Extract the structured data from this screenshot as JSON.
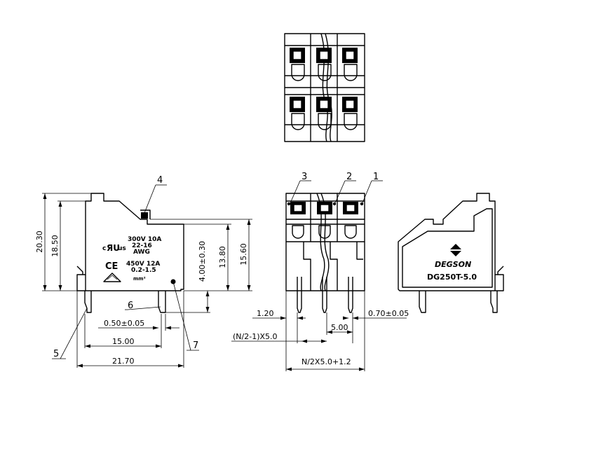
{
  "dimensions": {
    "overall_height": "20.30",
    "body_height": "18.50",
    "pin_length": "4.00±0.30",
    "height_a": "13.80",
    "height_b": "15.60",
    "pin_width": "0.50±0.05",
    "pin_span": "15.00",
    "overall_width": "21.70",
    "edge_offset": "1.20",
    "pin_thickness": "0.70±0.05",
    "pitch": "5.00",
    "half_pitch_formula": "(N/2-1)X5.0",
    "total_width_formula": "N/2X5.0+1.2"
  },
  "callouts": [
    "1",
    "2",
    "3",
    "4",
    "5",
    "6",
    "7"
  ],
  "marking": {
    "rating_1": "300V 10A",
    "awg": "22-16",
    "awg_unit": "AWG",
    "rating_2": "450V 12A",
    "section": "0.2-1.5",
    "section_unit": "mm²"
  },
  "brand": "DEGSON",
  "model": "DG250T-5.0",
  "icons": [
    "ul-mark-icon",
    "ce-mark-icon",
    "vde-triangle-icon",
    "degson-logo-icon"
  ]
}
